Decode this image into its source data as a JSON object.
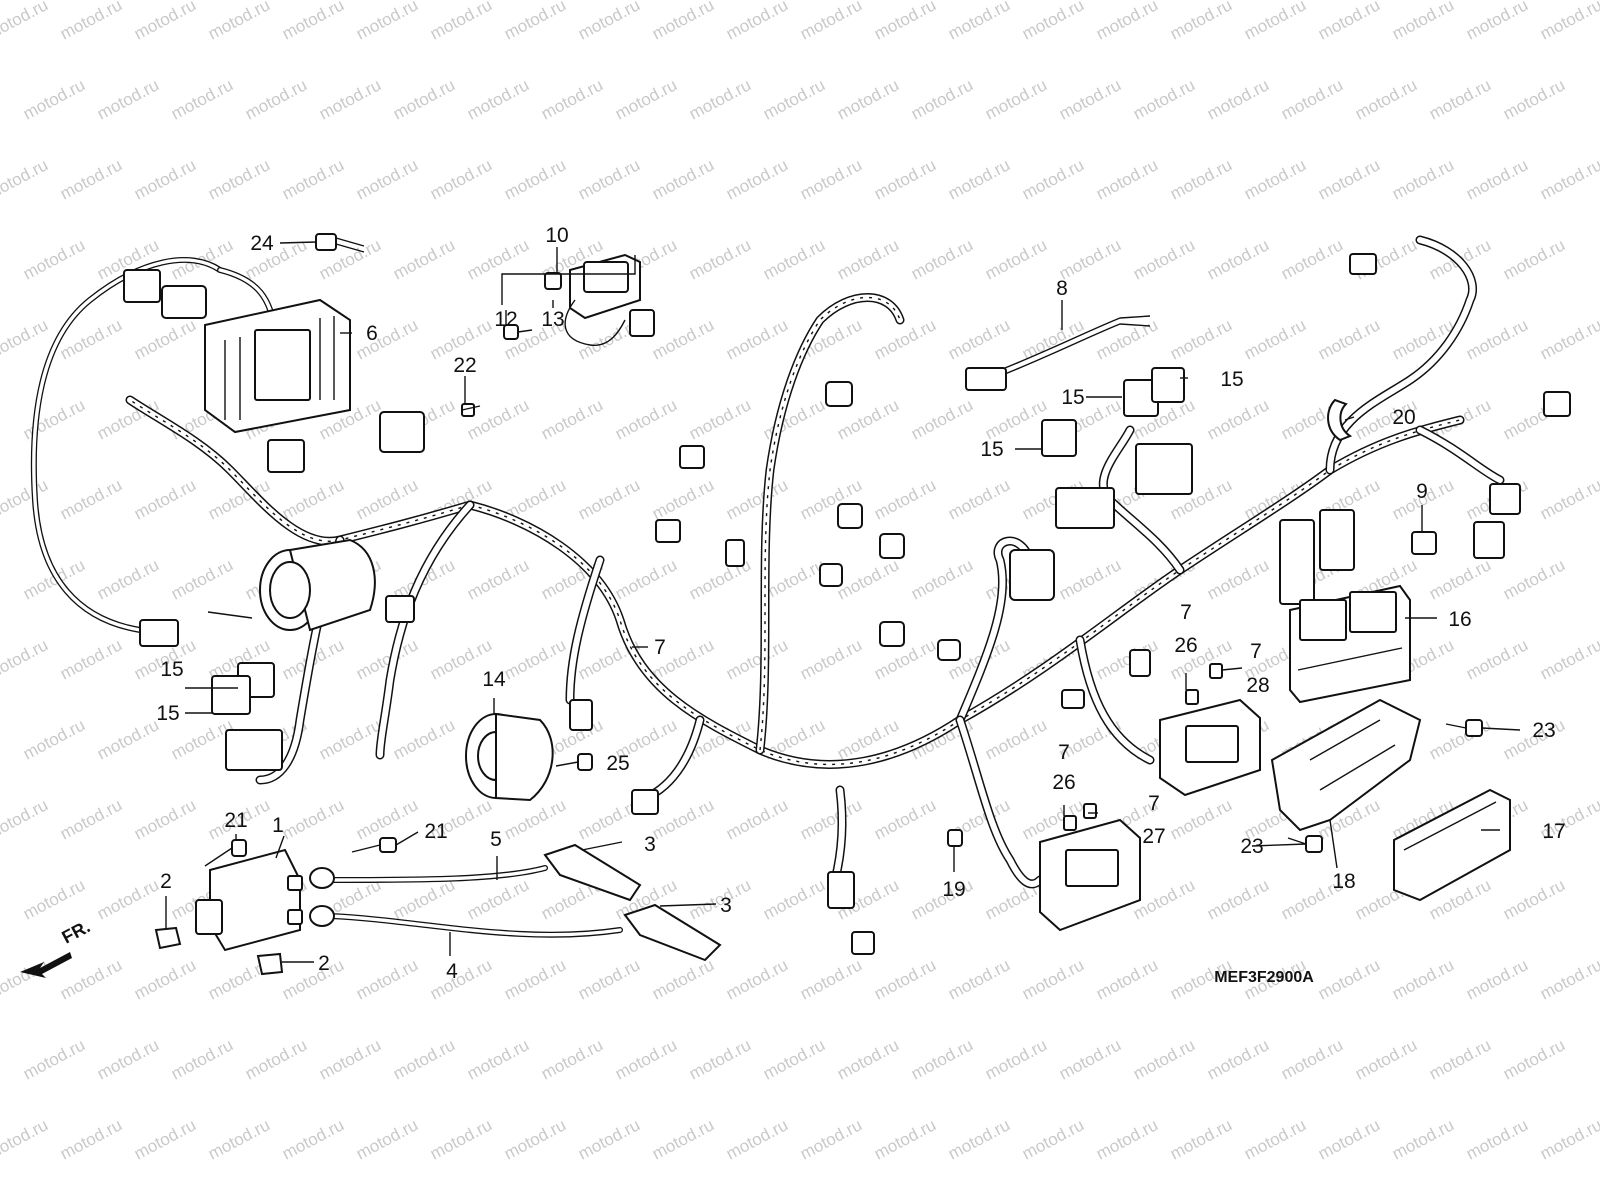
{
  "diagram": {
    "code": "MEF3F2900A",
    "direction_label": "FR.",
    "watermark": "motod.ru",
    "callouts": [
      {
        "id": "c1",
        "text": "1"
      },
      {
        "id": "c2a",
        "text": "2"
      },
      {
        "id": "c2b",
        "text": "2"
      },
      {
        "id": "c3a",
        "text": "3"
      },
      {
        "id": "c3b",
        "text": "3"
      },
      {
        "id": "c4",
        "text": "4"
      },
      {
        "id": "c5",
        "text": "5"
      },
      {
        "id": "c6",
        "text": "6"
      },
      {
        "id": "c7a",
        "text": "7"
      },
      {
        "id": "c7b",
        "text": "7"
      },
      {
        "id": "c7c",
        "text": "7"
      },
      {
        "id": "c7d",
        "text": "7"
      },
      {
        "id": "c7e",
        "text": "7"
      },
      {
        "id": "c8",
        "text": "8"
      },
      {
        "id": "c9",
        "text": "9"
      },
      {
        "id": "c10",
        "text": "10"
      },
      {
        "id": "c12",
        "text": "12"
      },
      {
        "id": "c13",
        "text": "13"
      },
      {
        "id": "c14",
        "text": "14"
      },
      {
        "id": "c15a",
        "text": "15"
      },
      {
        "id": "c15b",
        "text": "15"
      },
      {
        "id": "c15c",
        "text": "15"
      },
      {
        "id": "c15d",
        "text": "15"
      },
      {
        "id": "c15e",
        "text": "15"
      },
      {
        "id": "c16",
        "text": "16"
      },
      {
        "id": "c17",
        "text": "17"
      },
      {
        "id": "c18",
        "text": "18"
      },
      {
        "id": "c19",
        "text": "19"
      },
      {
        "id": "c20",
        "text": "20"
      },
      {
        "id": "c21a",
        "text": "21"
      },
      {
        "id": "c21b",
        "text": "21"
      },
      {
        "id": "c22",
        "text": "22"
      },
      {
        "id": "c23a",
        "text": "23"
      },
      {
        "id": "c23b",
        "text": "23"
      },
      {
        "id": "c24",
        "text": "24"
      },
      {
        "id": "c25",
        "text": "25"
      },
      {
        "id": "c26a",
        "text": "26"
      },
      {
        "id": "c26b",
        "text": "26"
      },
      {
        "id": "c27",
        "text": "27"
      },
      {
        "id": "c28",
        "text": "28"
      }
    ]
  }
}
